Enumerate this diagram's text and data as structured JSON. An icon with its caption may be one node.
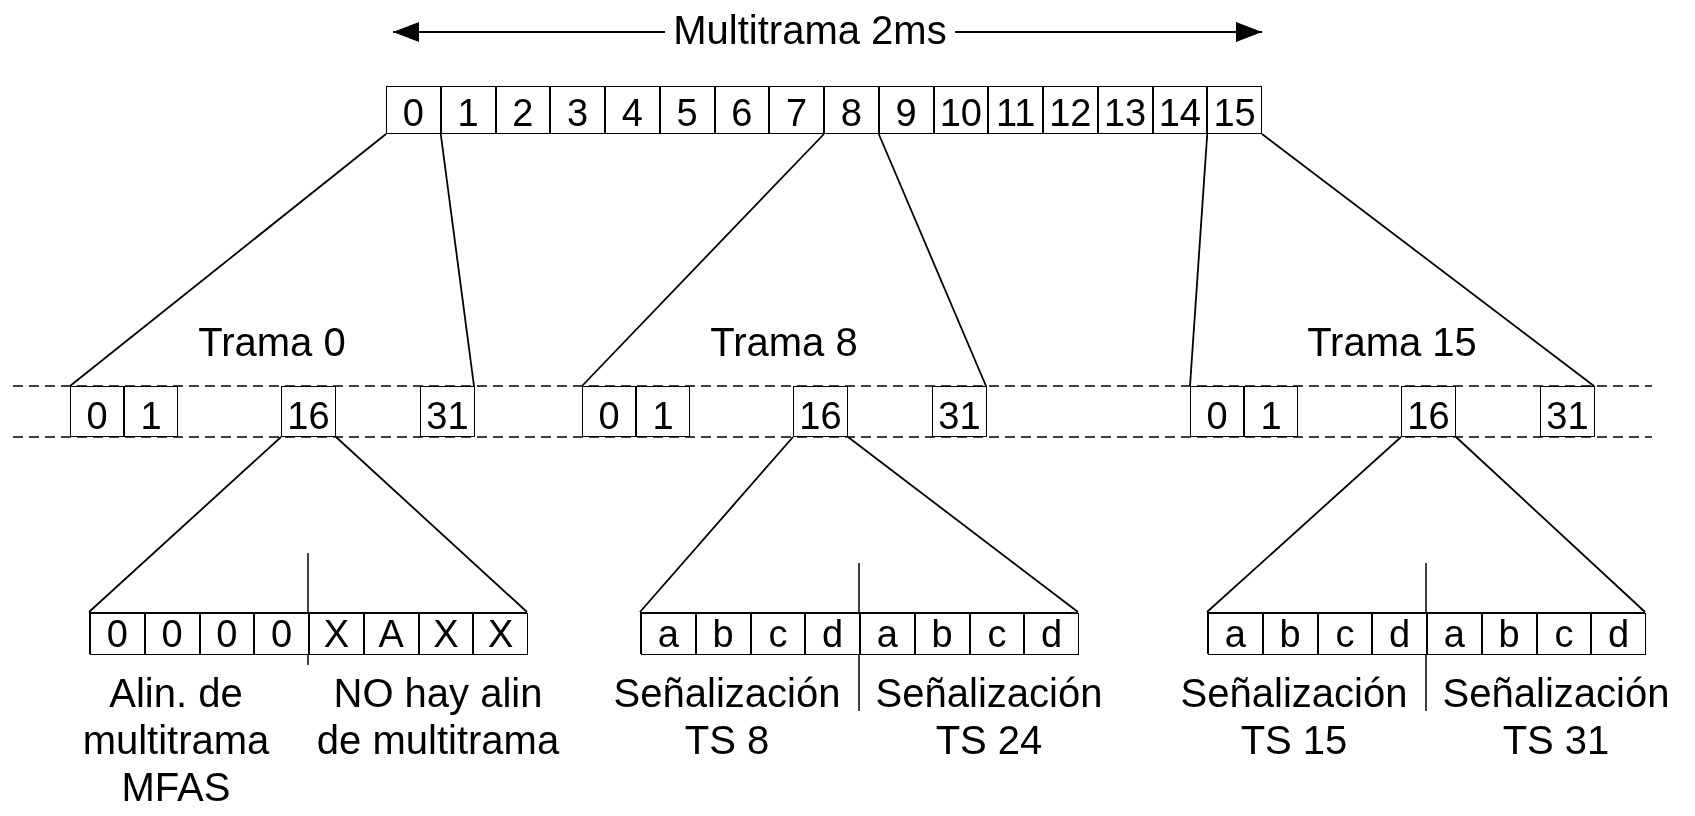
{
  "diagram": {
    "nodes": [
      {
        "text": [
          "0"
        ]
      },
      {
        "text": [
          "1"
        ]
      },
      {
        "text": [
          "2"
        ]
      },
      {
        "text": [
          "3"
        ]
      },
      {
        "text": [
          "4"
        ]
      },
      {
        "text": [
          "5"
        ]
      },
      {
        "text": [
          "6"
        ]
      },
      {
        "text": [
          "7"
        ]
      },
      {
        "text": [
          "8"
        ]
      },
      {
        "text": [
          "9"
        ]
      },
      {
        "text": [
          "10"
        ]
      },
      {
        "text": [
          "11"
        ]
      },
      {
        "text": [
          "12"
        ]
      },
      {
        "text": [
          "13"
        ]
      },
      {
        "text": [
          "14"
        ]
      },
      {
        "text": [
          "15"
        ]
      },
      {
        "text": [
          "Trama 0"
        ]
      },
      {
        "text": [
          "0"
        ],
        "in": 16
      },
      {
        "text": [
          "1"
        ],
        "in": 16
      },
      {
        "text": [
          "16"
        ],
        "in": 16
      },
      {
        "text": [
          "31"
        ],
        "in": 16
      },
      {
        "text": [
          "Trama 8"
        ]
      },
      {
        "text": [
          "0"
        ],
        "in": 21
      },
      {
        "text": [
          "1"
        ],
        "in": 21
      },
      {
        "text": [
          "16"
        ],
        "in": 21
      },
      {
        "text": [
          "31"
        ],
        "in": 21
      },
      {
        "text": [
          "Trama 15"
        ]
      },
      {
        "text": [
          "0"
        ],
        "in": 26
      },
      {
        "text": [
          "1"
        ],
        "in": 26
      },
      {
        "text": [
          "16"
        ],
        "in": 26
      },
      {
        "text": [
          "31"
        ],
        "in": 26
      },
      {
        "text": [],
        "shape": "box",
        "beside": [
          "Alin. de multitrama MFAS",
          "NO hay alin de multitrama"
        ]
      },
      {
        "text": [
          "0"
        ],
        "in": 31
      },
      {
        "text": [
          "0"
        ],
        "in": 31
      },
      {
        "text": [
          "0"
        ],
        "in": 31
      },
      {
        "text": [
          "0"
        ],
        "in": 31
      },
      {
        "text": [
          "X"
        ],
        "in": 31
      },
      {
        "text": [
          "A"
        ],
        "in": 31
      },
      {
        "text": [
          "X"
        ],
        "in": 31
      },
      {
        "text": [
          "X"
        ],
        "in": 31
      },
      {
        "text": [],
        "shape": "box",
        "beside": [
          "Señalización TS 8",
          "Señalización TS 24"
        ]
      },
      {
        "text": [
          "a"
        ],
        "in": 40
      },
      {
        "text": [
          "b"
        ],
        "in": 40
      },
      {
        "text": [
          "c"
        ],
        "in": 40
      },
      {
        "text": [
          "d"
        ],
        "in": 40
      },
      {
        "text": [
          "a"
        ],
        "in": 40
      },
      {
        "text": [
          "b"
        ],
        "in": 40
      },
      {
        "text": [
          "c"
        ],
        "in": 40
      },
      {
        "text": [
          "d"
        ],
        "in": 40
      },
      {
        "text": [],
        "shape": "box",
        "beside": [
          "Señalización TS 15",
          "Señalización TS 31"
        ]
      },
      {
        "text": [
          "a"
        ],
        "in": 49
      },
      {
        "text": [
          "b"
        ],
        "in": 49
      },
      {
        "text": [
          "c"
        ],
        "in": 49
      },
      {
        "text": [
          "d"
        ],
        "in": 49
      },
      {
        "text": [
          "a"
        ],
        "in": 49
      },
      {
        "text": [
          "b"
        ],
        "in": 49
      },
      {
        "text": [
          "c"
        ],
        "in": 49
      },
      {
        "text": [
          "d"
        ],
        "in": 49
      }
    ],
    "edges": [
      {
        "from": 0,
        "to": 16,
        "arrow": "none"
      },
      {
        "from": 0,
        "to": 16,
        "arrow": "none"
      },
      {
        "from": 8,
        "to": 21,
        "arrow": "none"
      },
      {
        "from": 8,
        "to": 21,
        "arrow": "none"
      },
      {
        "from": 15,
        "to": 26,
        "arrow": "none"
      },
      {
        "from": 15,
        "to": 26,
        "arrow": "none"
      },
      {
        "from": 19,
        "to": 31,
        "arrow": "none"
      },
      {
        "from": 19,
        "to": 31,
        "arrow": "none"
      },
      {
        "from": 24,
        "to": 40,
        "arrow": "none"
      },
      {
        "from": 24,
        "to": 40,
        "arrow": "none"
      },
      {
        "from": 29,
        "to": 49,
        "arrow": "none"
      },
      {
        "from": 29,
        "to": 49,
        "arrow": "none"
      }
    ],
    "labels": [
      "Multitrama 2ms"
    ]
  }
}
